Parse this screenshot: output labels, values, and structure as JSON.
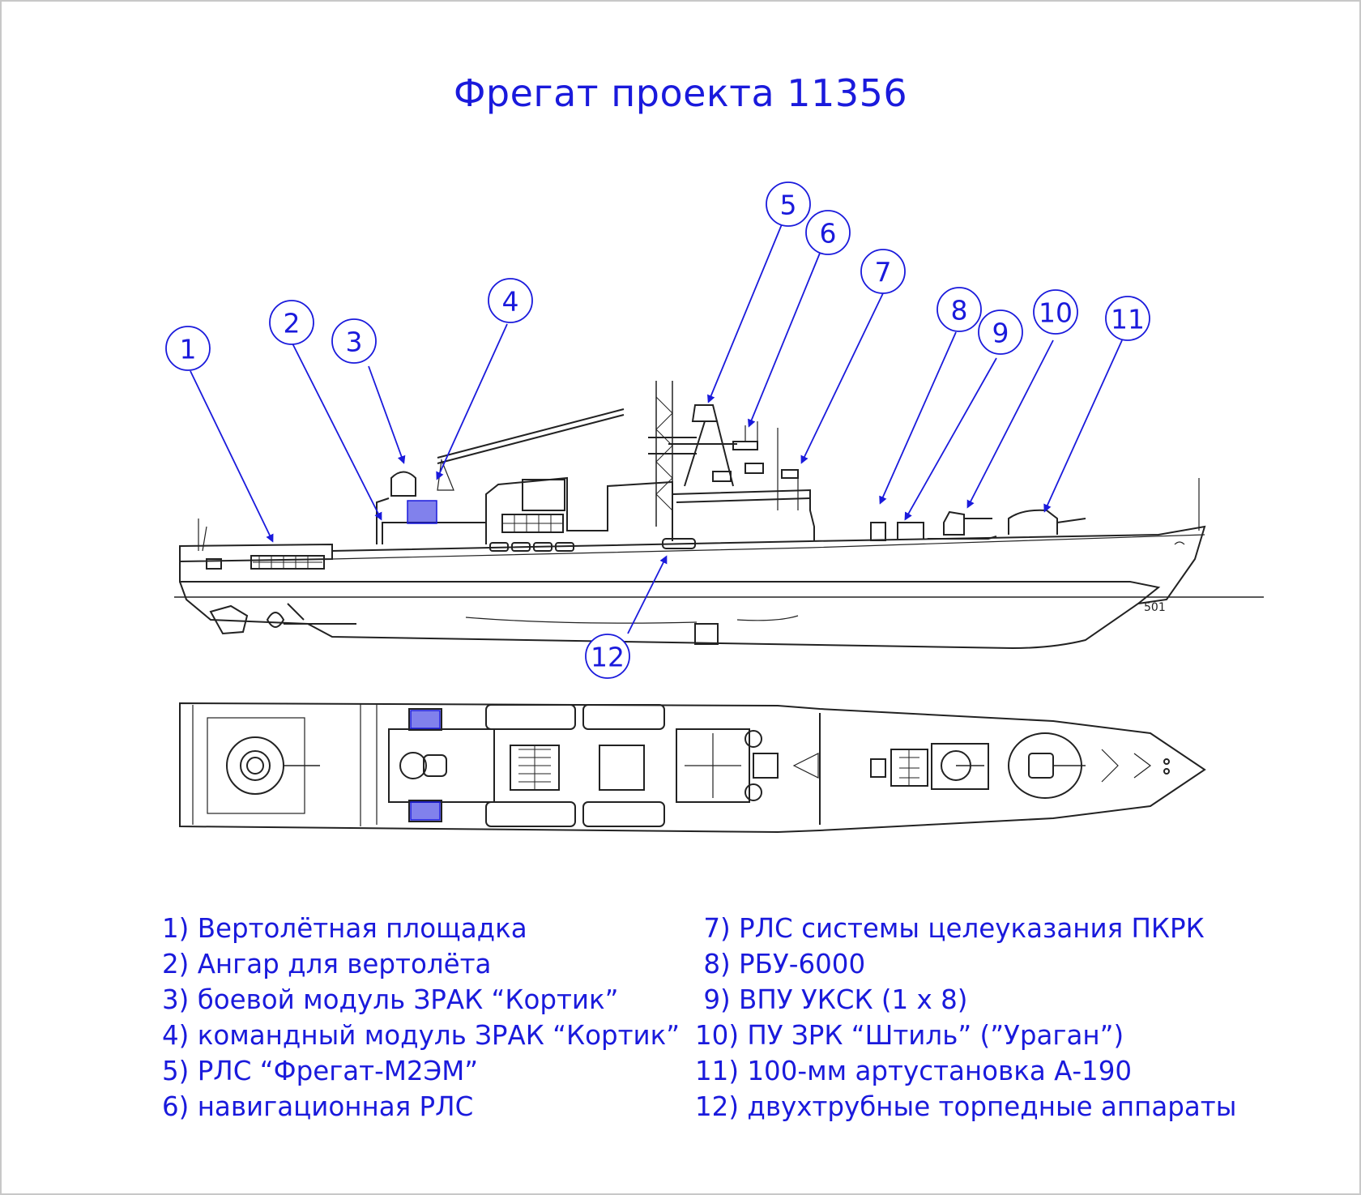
{
  "title": "Фрегат проекта 11356",
  "hull_marking": "501",
  "callouts": [
    "1",
    "2",
    "3",
    "4",
    "5",
    "6",
    "7",
    "8",
    "9",
    "10",
    "11",
    "12"
  ],
  "legend_left": [
    "1) Вертолётная площадка",
    "2) Ангар для вертолёта",
    "3) боевой модуль ЗРАК “Кортик”",
    "4) командный модуль ЗРАК “Кортик”",
    "5) РЛС “Фрегат-М2ЭМ”",
    "6) навигационная РЛС"
  ],
  "legend_right": [
    " 7) РЛС системы целеуказания ПКРК",
    " 8) РБУ-6000",
    " 9) ВПУ УКСК (1 x 8)",
    "10) ПУ ЗРК “Штиль” (”Ураган”)",
    "11) 100-мм артустановка А-190",
    "12) двухтрубные торпедные аппараты"
  ],
  "colors": {
    "accent": "#1a1adc",
    "line": "#222222",
    "background": "#ffffff"
  }
}
